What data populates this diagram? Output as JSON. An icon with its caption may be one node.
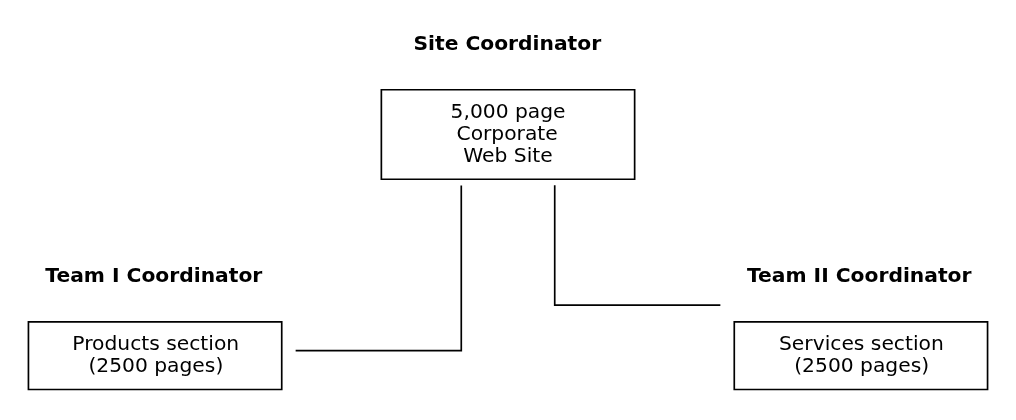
{
  "diagram": {
    "nodes": [
      {
        "text": [
          "Site Coordinator",
          "5,000 page Corporate Web Site"
        ]
      },
      {
        "text": [
          "Team I Coordinator",
          "Products section (2500 pages)"
        ]
      },
      {
        "text": [
          "Team II Coordinator",
          "Services section (2500 pages)"
        ]
      }
    ],
    "edges": [
      {
        "from": 0,
        "to": 1,
        "arrow": "none"
      },
      {
        "from": 0,
        "to": 2,
        "arrow": "none"
      }
    ]
  }
}
